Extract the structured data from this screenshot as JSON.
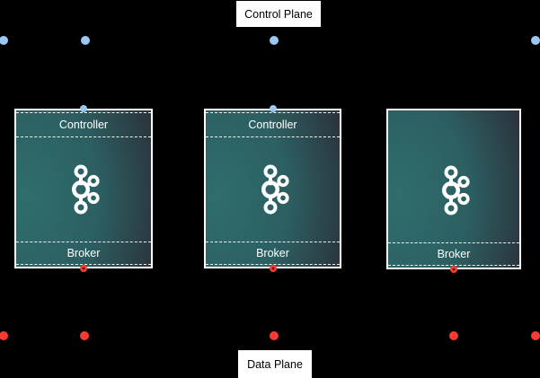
{
  "diagram": {
    "title_top": "Control Plane",
    "title_bottom": "Data Plane",
    "nodes": [
      {
        "id": "node-1",
        "controller": "Controller",
        "broker": "Broker",
        "has_controller": true
      },
      {
        "id": "node-2",
        "controller": "Controller",
        "broker": "Broker",
        "has_controller": true
      },
      {
        "id": "node-3",
        "broker": "Broker",
        "has_controller": false
      }
    ],
    "icons": {
      "node_logo": "kafka-logo"
    },
    "colors": {
      "background": "#000000",
      "control_plane_dot": "#9cc7f1",
      "data_plane_dot": "#fb3a31",
      "node_border": "#ffffff",
      "node_gradient_inner": "#2f6e6c",
      "node_gradient_outer": "#2b333c",
      "label_bg": "#ffffff",
      "label_text": "#000000",
      "node_text": "#ffffff"
    }
  }
}
